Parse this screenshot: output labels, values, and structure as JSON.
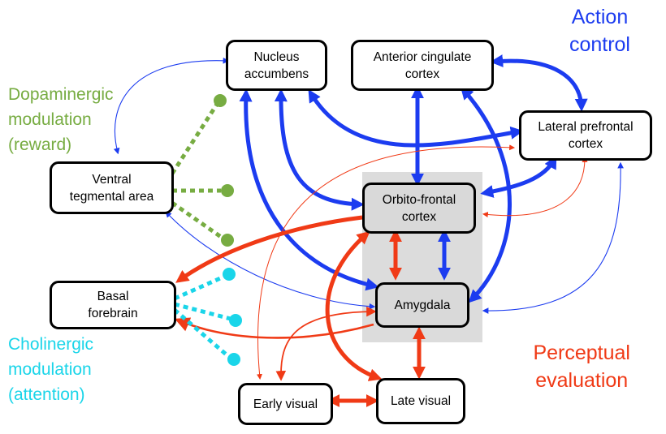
{
  "nodes": {
    "nucleus_accumbens": "Nucleus\naccumbens",
    "anterior_cingulate": "Anterior cingulate\ncortex",
    "lateral_prefrontal": "Lateral prefrontal\ncortex",
    "ventral_tegmental": "Ventral\ntegmental area",
    "orbito_frontal": "Orbito-frontal\ncortex",
    "basal_forebrain": "Basal\nforebrain",
    "amygdala": "Amygdala",
    "early_visual": "Early visual",
    "late_visual": "Late visual"
  },
  "captions": {
    "dopaminergic": "Dopaminergic\nmodulation\n(reward)",
    "cholinergic": "Cholinergic\nmodulation\n(attention)",
    "action_control": "Action\ncontrol",
    "perceptual_evaluation": "Perceptual\nevaluation"
  },
  "colors": {
    "action": "#1c3cf0",
    "perceptual": "#f03a16",
    "dopaminergic": "#77ac42",
    "cholinergic": "#1ad5e9",
    "highlight": "#dcdcdc"
  }
}
